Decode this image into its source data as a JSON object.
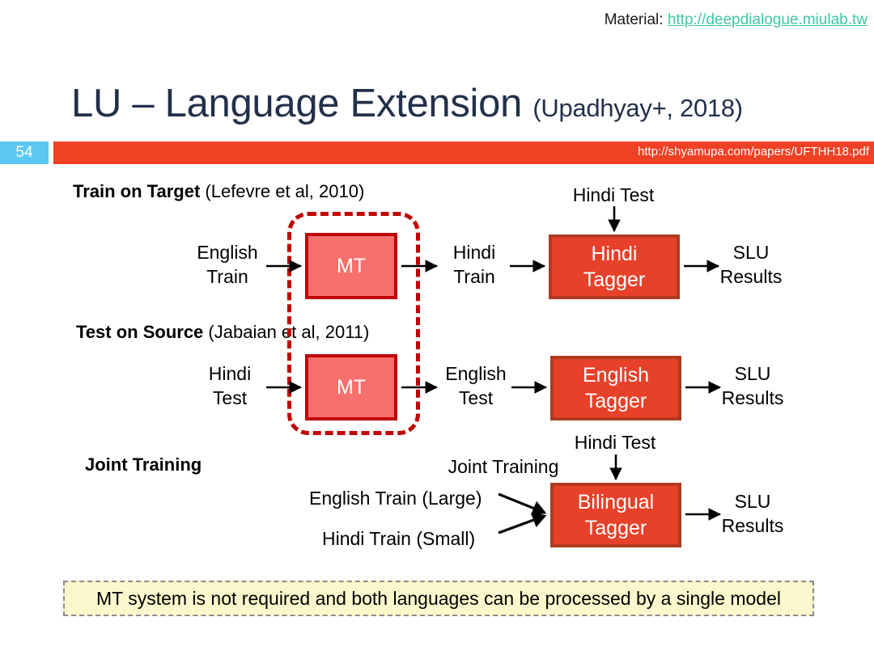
{
  "header": {
    "material_label": "Material:",
    "material_url": "http://deepdialogue.miulab.tw"
  },
  "title": {
    "main": "LU – Language Extension ",
    "citation": "(Upadhyay+, 2018)"
  },
  "bar": {
    "page_number": "54",
    "source_url": "http://shyamupa.com/papers/UFTHH18.pdf",
    "badge_color": "#5ac8f2",
    "strip_color": "#f04124"
  },
  "sections": [
    {
      "name": "Train on Target",
      "citation": " (Lefevre et al, 2010)"
    },
    {
      "name": "Test on Source",
      "citation": " (Jabaian et al, 2011)"
    },
    {
      "name": "Joint Training",
      "citation": ""
    }
  ],
  "diagram": {
    "row1": {
      "input_label": "English\nTrain",
      "mt_label": "MT",
      "mid_label": "Hindi\nTrain",
      "top_label": "Hindi Test",
      "tagger_line1": "Hindi",
      "tagger_line2": "Tagger",
      "output_label": "SLU\nResults"
    },
    "row2": {
      "input_label": "Hindi\nTest",
      "mt_label": "MT",
      "mid_label": "English\nTest",
      "tagger_line1": "English",
      "tagger_line2": "Tagger",
      "output_label": "SLU\nResults"
    },
    "row3": {
      "joint_label": "Joint Training",
      "input_large": "English Train (Large)",
      "input_small": "Hindi Train (Small)",
      "top_label": "Hindi Test",
      "tagger_line1": "Bilingual",
      "tagger_line2": "Tagger",
      "output_label": "SLU\nResults"
    },
    "colors": {
      "mt_fill": "#f8706e",
      "mt_border": "#c00000",
      "tagger_fill": "#e8412a",
      "tagger_border": "#b03a20",
      "dashed_group": "#c00000"
    }
  },
  "banner": {
    "text": "MT system is not required and both languages can be processed by a single model",
    "fill": "#fbf8cd"
  }
}
